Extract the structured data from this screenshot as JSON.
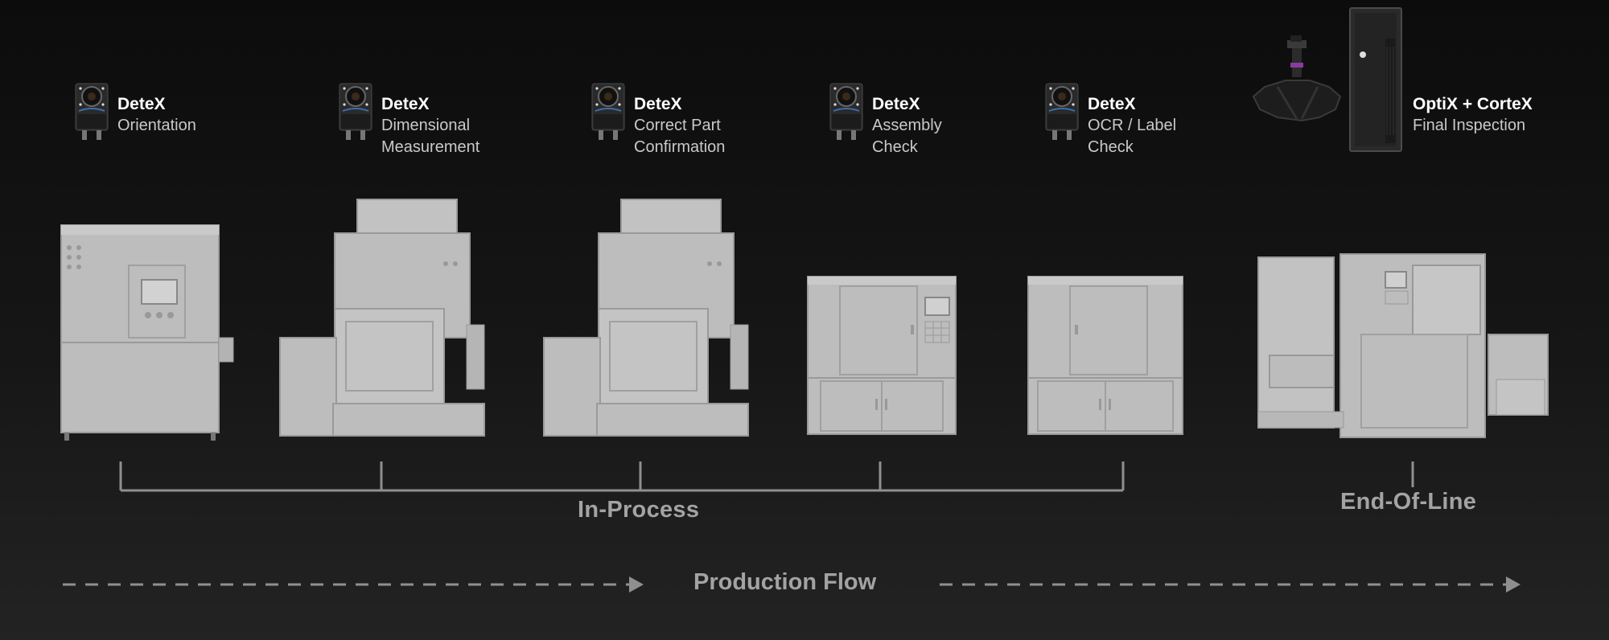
{
  "stations": [
    {
      "brand": "DeteX",
      "desc": "Orientation",
      "icon": "smart-camera-icon"
    },
    {
      "brand": "DeteX",
      "desc": "Dimensional\nMeasurement",
      "icon": "smart-camera-icon"
    },
    {
      "brand": "DeteX",
      "desc": "Correct Part\nConfirmation",
      "icon": "smart-camera-icon"
    },
    {
      "brand": "DeteX",
      "desc": "Assembly\nCheck",
      "icon": "smart-camera-icon"
    },
    {
      "brand": "DeteX",
      "desc": "OCR / Label\nCheck",
      "icon": "smart-camera-icon"
    },
    {
      "brand": "OptiX + CorteX",
      "desc": "Final Inspection",
      "icon": "camera-mount-and-controller-icon"
    }
  ],
  "groups": {
    "in_process": "In-Process",
    "end_of_line": "End-Of-Line"
  },
  "flow": {
    "label": "Production Flow"
  },
  "colors": {
    "background": "#111111",
    "machine": "#bdbdbd",
    "bracket": "#8f8f8f",
    "label_text": "#a3a3a3",
    "brand_text": "#ffffff"
  }
}
